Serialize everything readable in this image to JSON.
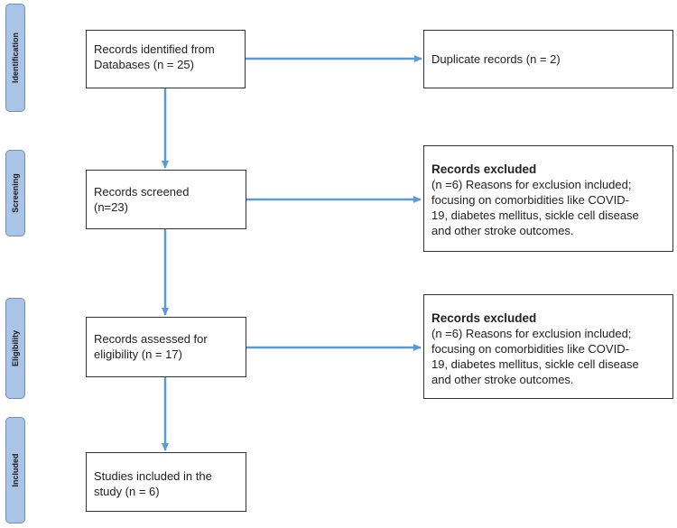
{
  "stages": [
    {
      "id": "identification",
      "label": "Identification"
    },
    {
      "id": "screening",
      "label": "Screening"
    },
    {
      "id": "eligibility",
      "label": "Eligibility"
    },
    {
      "id": "included",
      "label": "Included"
    }
  ],
  "boxes": {
    "identified": {
      "text": "Records identified from\nDatabases (n = 25)"
    },
    "duplicates": {
      "text": "Duplicate records (n = 2)"
    },
    "screened": {
      "text": "Records screened\n(n=23)"
    },
    "excluded_screening": {
      "title": "Records excluded",
      "text": "(n =6) Reasons for exclusion included;\nfocusing on comorbidities like COVID-\n19, diabetes mellitus, sickle cell disease\nand other stroke outcomes."
    },
    "eligibility": {
      "text": "Records assessed for\neligibility  (n = 17)"
    },
    "excluded_eligibility": {
      "title": "Records excluded",
      "text": "(n =6) Reasons for exclusion included;\nfocusing on comorbidities like COVID-\n19, diabetes mellitus, sickle cell disease\nand other stroke outcomes."
    },
    "included": {
      "text": "Studies included in the\nstudy  (n = 6)"
    }
  },
  "colors": {
    "stage_fill": "#a9c4e6",
    "stage_border": "#6f8fb5",
    "arrow": "#5b9bd5",
    "box_border": "#333333"
  }
}
